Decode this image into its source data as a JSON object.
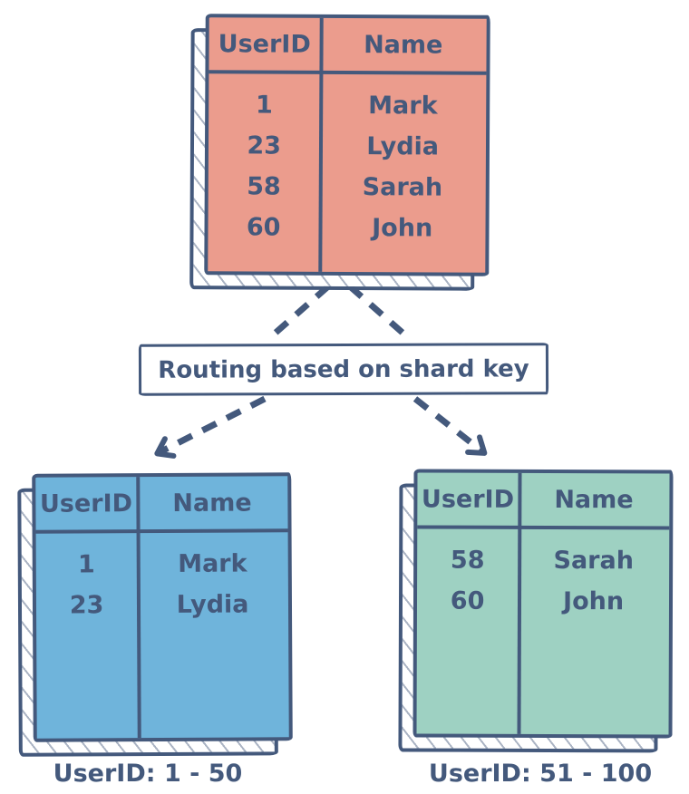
{
  "routing_label": "Routing based on shard key",
  "main_table": {
    "headers": [
      "UserID",
      "Name"
    ],
    "rows": [
      [
        "1",
        "Mark"
      ],
      [
        "23",
        "Lydia"
      ],
      [
        "58",
        "Sarah"
      ],
      [
        "60",
        "John"
      ]
    ],
    "fill_color": "#EB9C8D"
  },
  "shard_left": {
    "headers": [
      "UserID",
      "Name"
    ],
    "rows": [
      [
        "1",
        "Mark"
      ],
      [
        "23",
        "Lydia"
      ]
    ],
    "caption": "UserID: 1 - 50",
    "fill_color": "#6FB4DB"
  },
  "shard_right": {
    "headers": [
      "UserID",
      "Name"
    ],
    "rows": [
      [
        "58",
        "Sarah"
      ],
      [
        "60",
        "John"
      ]
    ],
    "caption": "UserID: 51 - 100",
    "fill_color": "#9ED1C2"
  },
  "colors": {
    "ink": "#44597C",
    "background": "#FFFFFF"
  }
}
